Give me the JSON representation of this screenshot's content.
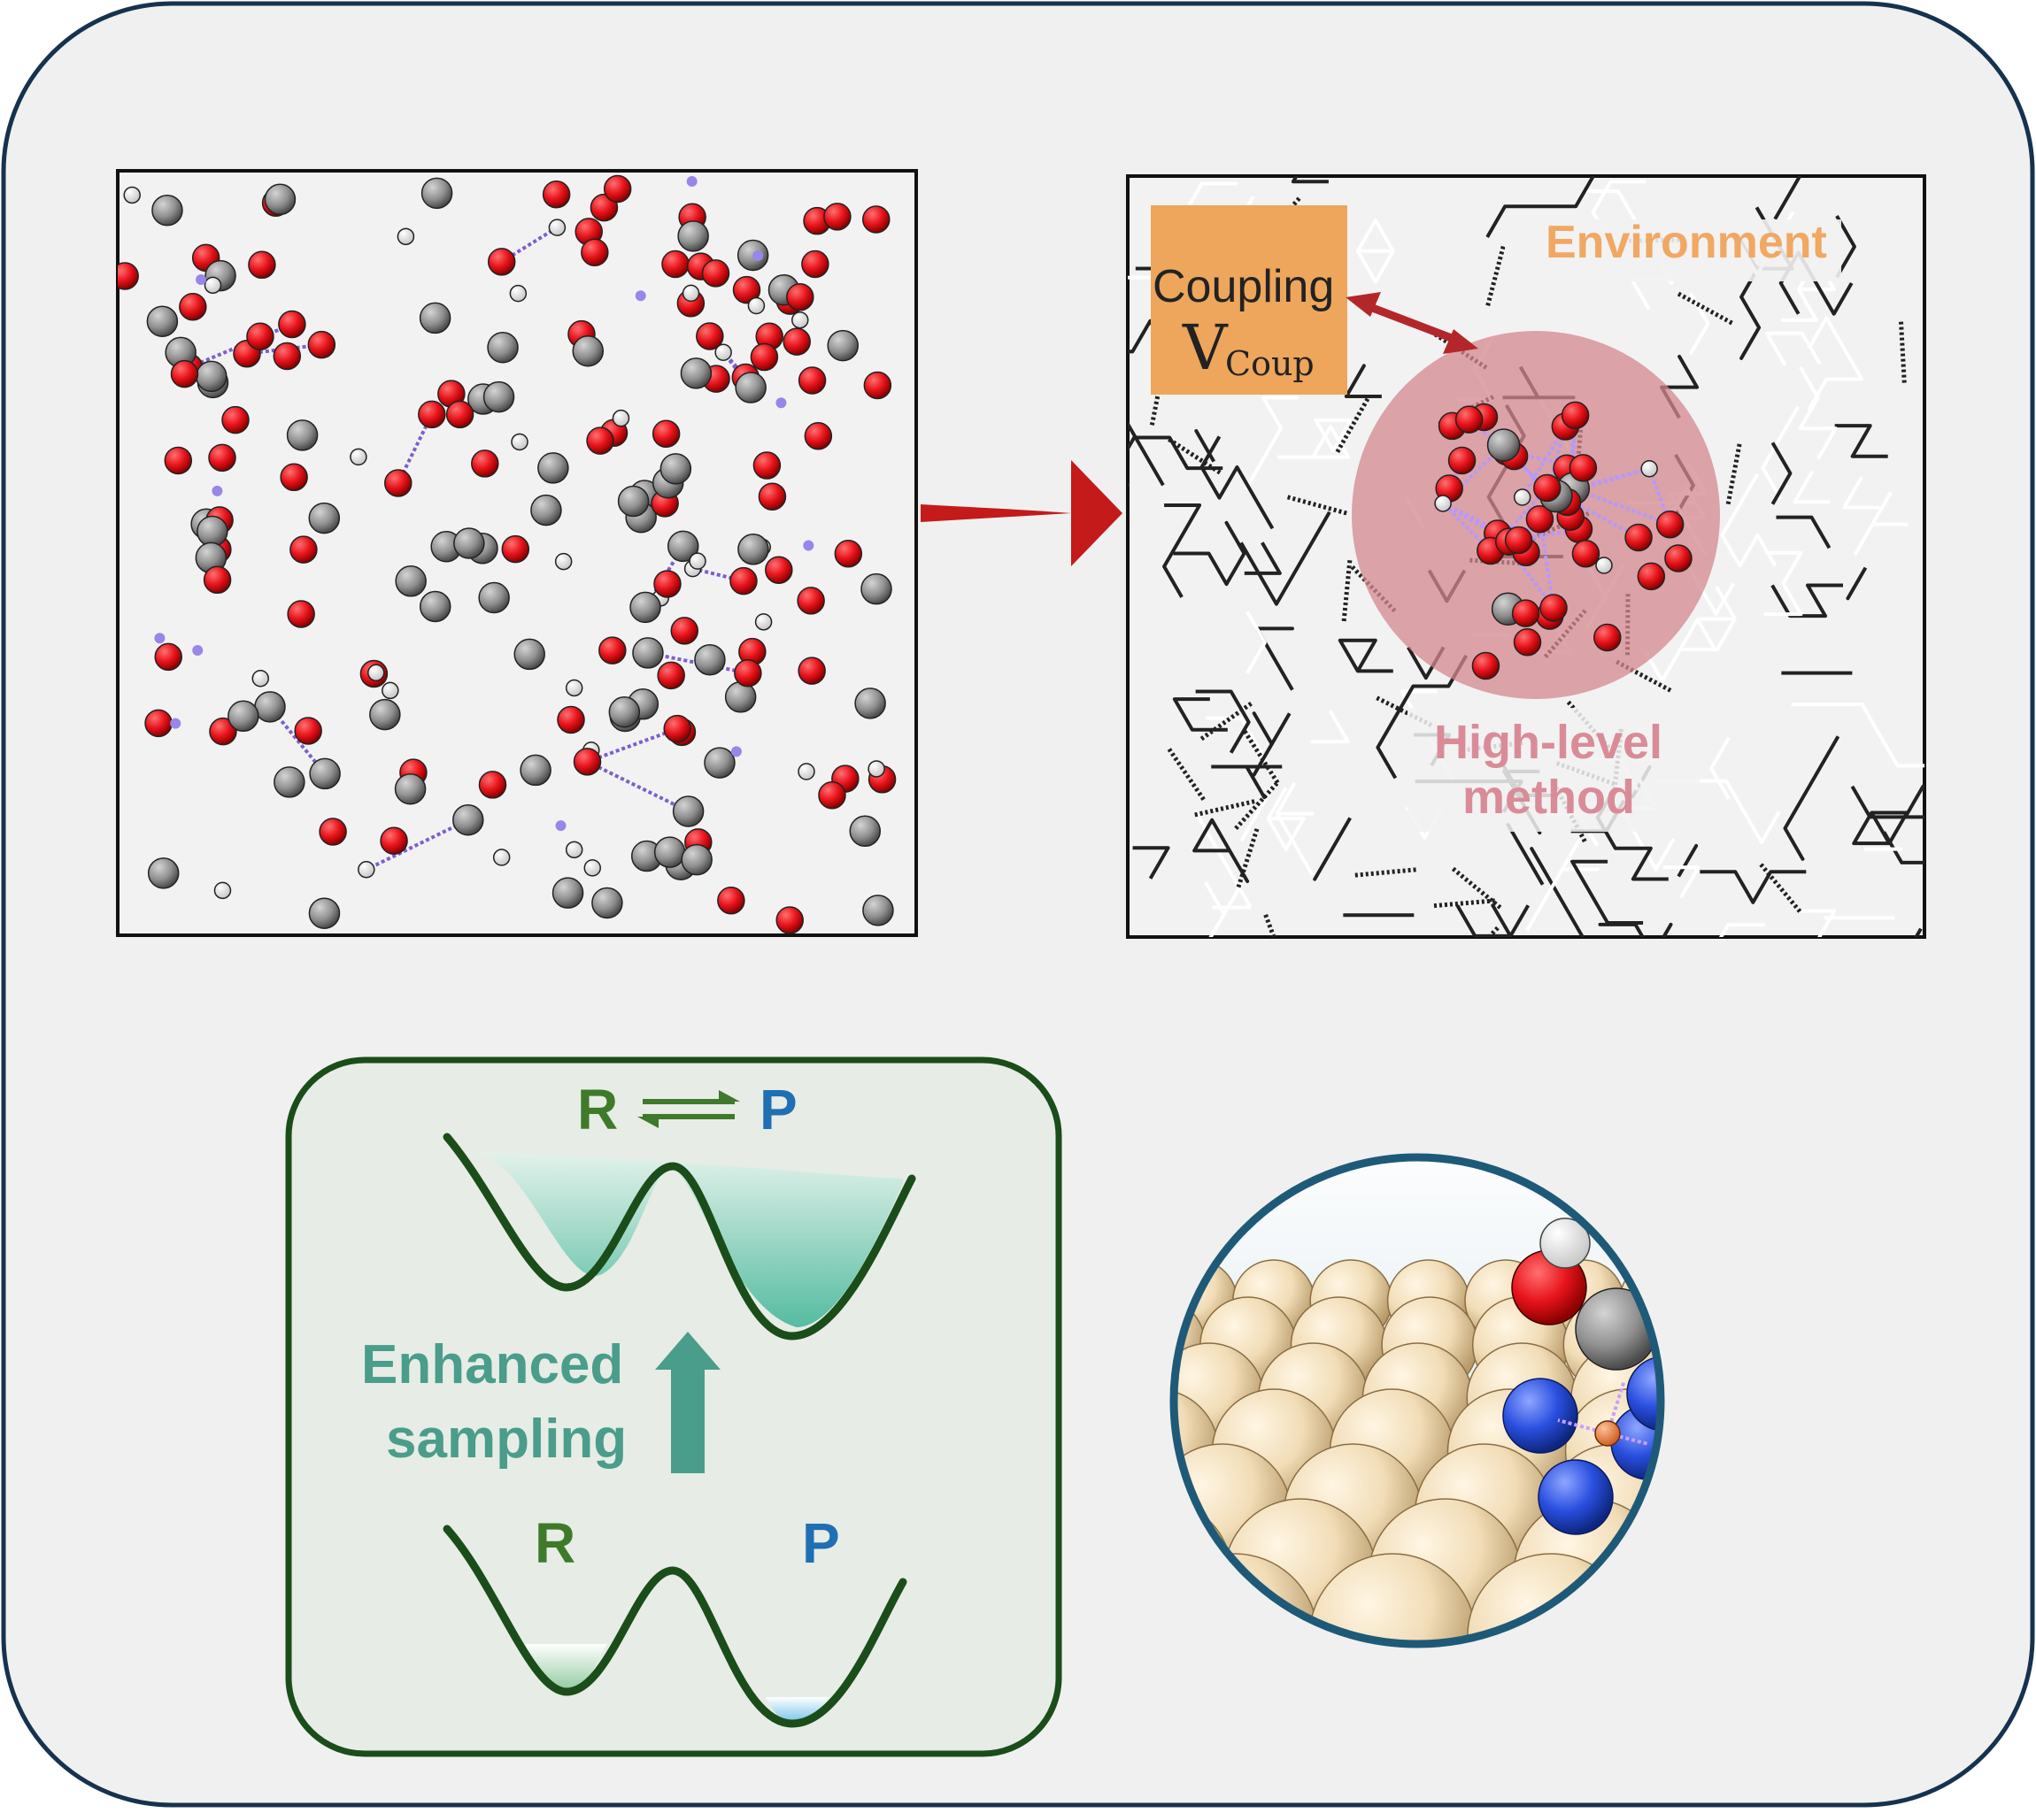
{
  "panel_top_right": {
    "environment_label": "Environment",
    "coupling_label": "Coupling",
    "coupling_symbol": "V",
    "coupling_subscript": "Coup",
    "high_level_line1": "High-level",
    "high_level_line2": "method"
  },
  "panel_bottom_left": {
    "top_reactant": "R",
    "top_product": "P",
    "enhanced_line1": "Enhanced",
    "enhanced_line2": "sampling",
    "bottom_reactant": "R",
    "bottom_product": "P"
  },
  "colors": {
    "frame_border": "#16324f",
    "frame_fill": "#f0f0f0",
    "oxygen": "#e8141c",
    "carbon": "#8f8f8f",
    "hydrogen": "#ffffff",
    "bond_purple": "#7b5fd0",
    "arrow_red": "#c41a1a",
    "environment_orange": "#f0a862",
    "high_level_pink": "#d3878e",
    "well_green": "#1a4d1a",
    "reactant_green": "#3f7a2a",
    "product_blue": "#1f6fb2",
    "sampling_teal": "#4a9d8a",
    "metal_surface": "#f1dcb6",
    "nitrogen": "#2a4fe0",
    "copper": "#e8804a"
  },
  "icons": [
    "double-arrow-icon",
    "up-arrow-icon",
    "right-arrow-icon"
  ]
}
